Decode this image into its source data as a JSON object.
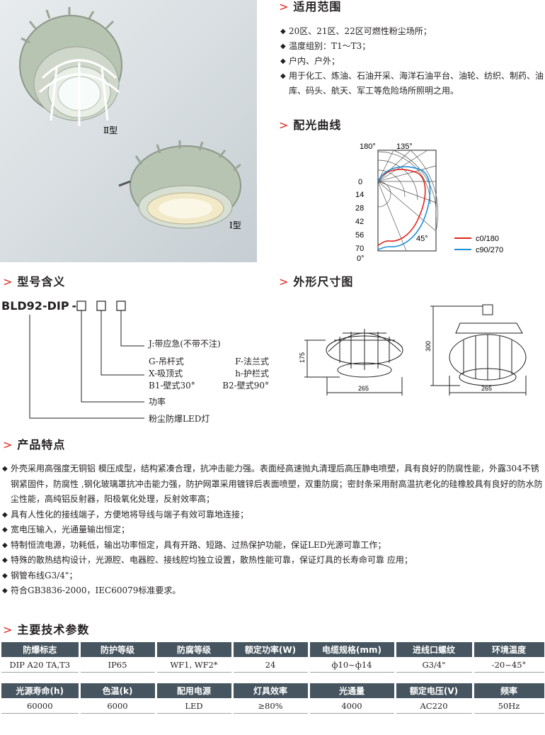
{
  "sections": {
    "scope": "适用范围",
    "light_curve": "配光曲线",
    "model_meaning": "型号含义",
    "dimensions": "外形尺寸图",
    "features": "产品特点",
    "tech_params": "主要技术参数"
  },
  "photo_labels": {
    "type2": "Ⅱ型",
    "type1": "Ⅰ型"
  },
  "scope_items": [
    "20区、21区、22区可燃性粉尘场所；",
    "温度组别：T1～T3；",
    "户内、户外；",
    "用于化工、炼油、石油开采、海洋石油平台、油轮、纺织、制药、油库、码头、航天、军工等危险场所照明之用。"
  ],
  "light_curve": {
    "top_labels": [
      "180°",
      "135°"
    ],
    "radial_labels": [
      "0",
      "14",
      "28",
      "42",
      "56",
      "70",
      "0°"
    ],
    "angle_label": "45°",
    "legend": [
      {
        "name": "c0/180",
        "color": "#e2231a"
      },
      {
        "name": "c90/270",
        "color": "#1e90d6"
      }
    ]
  },
  "model": {
    "code": "BLD92-DIP",
    "dash": "-",
    "items": [
      "J:带应急(不带不注)",
      "G-吊杆式",
      "F-法兰式",
      "X-吸顶式",
      "h-护栏式",
      "B1-壁式30°",
      "B2-壁式90°",
      "功率",
      "粉尘防爆LED灯"
    ]
  },
  "dimensions": {
    "left": {
      "height": "175",
      "width": "265"
    },
    "right": {
      "height": "300",
      "width": "265"
    }
  },
  "features": [
    "外壳采用高强度无铜铝 模压成型，结构紧凑合理，抗冲击能力强。表面经高速抛丸清理后高压静电喷塑，具有良好的防腐性能，外露304不锈钢紧固件，防腐性 ,钢化玻璃罩抗冲击能力强，防护网罩采用镀锌后表面喷塑，双重防腐；密封条采用耐高温抗老化的硅橡胶具有良好的防水防尘性能，高纯铝反射器，阳极氧化处理，反射效率高；",
    "具有人性化的接线端子，方便地将导线与端子有效可靠地连接；",
    "宽电压输入，光通量输出恒定；",
    "特制恒流电源，功耗低，输出功率恒定，具有开路、短路、过热保护功能，保证LED光源可靠工作；",
    "特殊的散热结构设计，光源腔、电器腔、接线腔均独立设置，散热性能可靠，保证灯具的长寿命可靠 应用；",
    "钢管布线G3/4\"；",
    "符合GB3836-2000，IEC60079标准要求。"
  ],
  "table1": {
    "headers": [
      "防爆标志",
      "防护等级",
      "防腐等级",
      "额定功率(W)",
      "电缆规格(mm)",
      "进线口螺纹",
      "环境温度"
    ],
    "row": [
      "DIP A20 TA,T3",
      "IP65",
      "WF1, WF2*",
      "24",
      "ф10~ф14",
      "G3/4\"",
      "-20~45°"
    ]
  },
  "table2": {
    "headers": [
      "光源寿命(h)",
      "色温(k)",
      "配用电源",
      "灯具效率",
      "光通量",
      "额定电压(V)",
      "频率"
    ],
    "row": [
      "60000",
      "6000",
      "LED",
      "≥80%",
      "4000",
      "AC220",
      "50Hz"
    ]
  }
}
